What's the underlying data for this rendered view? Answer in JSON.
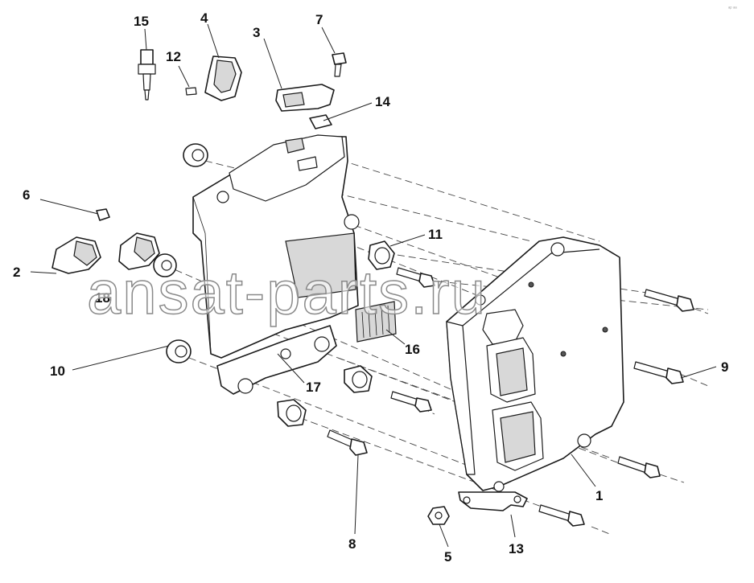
{
  "watermark": "ansat-parts.ru",
  "corner_mark": "ᵃᵖ ᵃᵃ",
  "callouts": [
    {
      "id": "c1",
      "label": "1"
    },
    {
      "id": "c2",
      "label": "2"
    },
    {
      "id": "c3",
      "label": "3"
    },
    {
      "id": "c4",
      "label": "4"
    },
    {
      "id": "c5",
      "label": "5"
    },
    {
      "id": "c6",
      "label": "6"
    },
    {
      "id": "c7",
      "label": "7"
    },
    {
      "id": "c8",
      "label": "8"
    },
    {
      "id": "c9",
      "label": "9"
    },
    {
      "id": "c10",
      "label": "10"
    },
    {
      "id": "c11",
      "label": "11"
    },
    {
      "id": "c12",
      "label": "12"
    },
    {
      "id": "c13",
      "label": "13"
    },
    {
      "id": "c14",
      "label": "14"
    },
    {
      "id": "c15",
      "label": "15"
    },
    {
      "id": "c16",
      "label": "16"
    },
    {
      "id": "c17",
      "label": "17"
    },
    {
      "id": "c18",
      "label": "18"
    }
  ]
}
